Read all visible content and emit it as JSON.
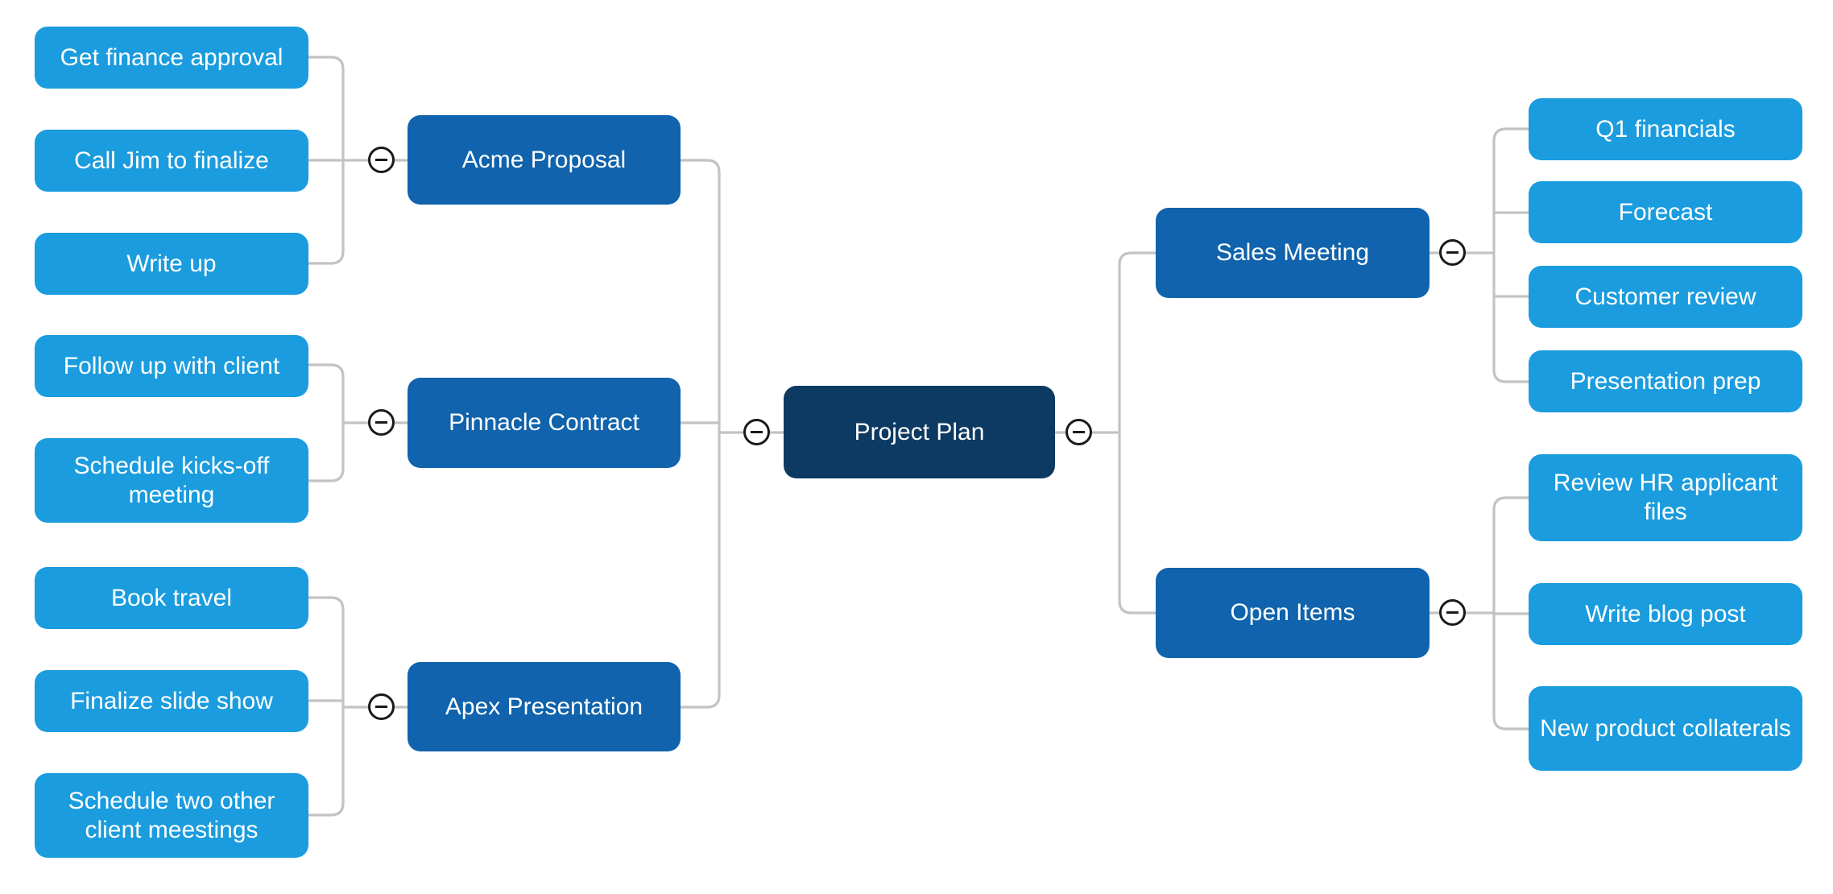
{
  "diagram_type": "mind-map",
  "colors": {
    "background": "#FFFFFF",
    "leaf": "#1A9CDE",
    "branch": "#1063AC",
    "root": "#0D3A63",
    "connector": "#C3C3C3",
    "text": "#FFFFFF",
    "toggle": "#1A1A1A"
  },
  "icons": {
    "collapse_toggle": "minus-circle-icon"
  },
  "root": {
    "label": "Project Plan"
  },
  "left_branches": [
    {
      "label": "Acme Proposal",
      "children": [
        {
          "label": "Get finance approval"
        },
        {
          "label": "Call Jim to finalize"
        },
        {
          "label": "Write up"
        }
      ]
    },
    {
      "label": "Pinnacle Contract",
      "children": [
        {
          "label": "Follow up with client"
        },
        {
          "label": "Schedule kicks-off meeting"
        }
      ]
    },
    {
      "label": "Apex Presentation",
      "children": [
        {
          "label": "Book travel"
        },
        {
          "label": "Finalize slide show"
        },
        {
          "label": "Schedule two other client meestings"
        }
      ]
    }
  ],
  "right_branches": [
    {
      "label": "Sales Meeting",
      "children": [
        {
          "label": "Q1 financials"
        },
        {
          "label": "Forecast"
        },
        {
          "label": "Customer review"
        },
        {
          "label": "Presentation prep"
        }
      ]
    },
    {
      "label": "Open Items",
      "children": [
        {
          "label": "Review HR applicant files"
        },
        {
          "label": "Write blog post"
        },
        {
          "label": "New product collaterals"
        }
      ]
    }
  ]
}
